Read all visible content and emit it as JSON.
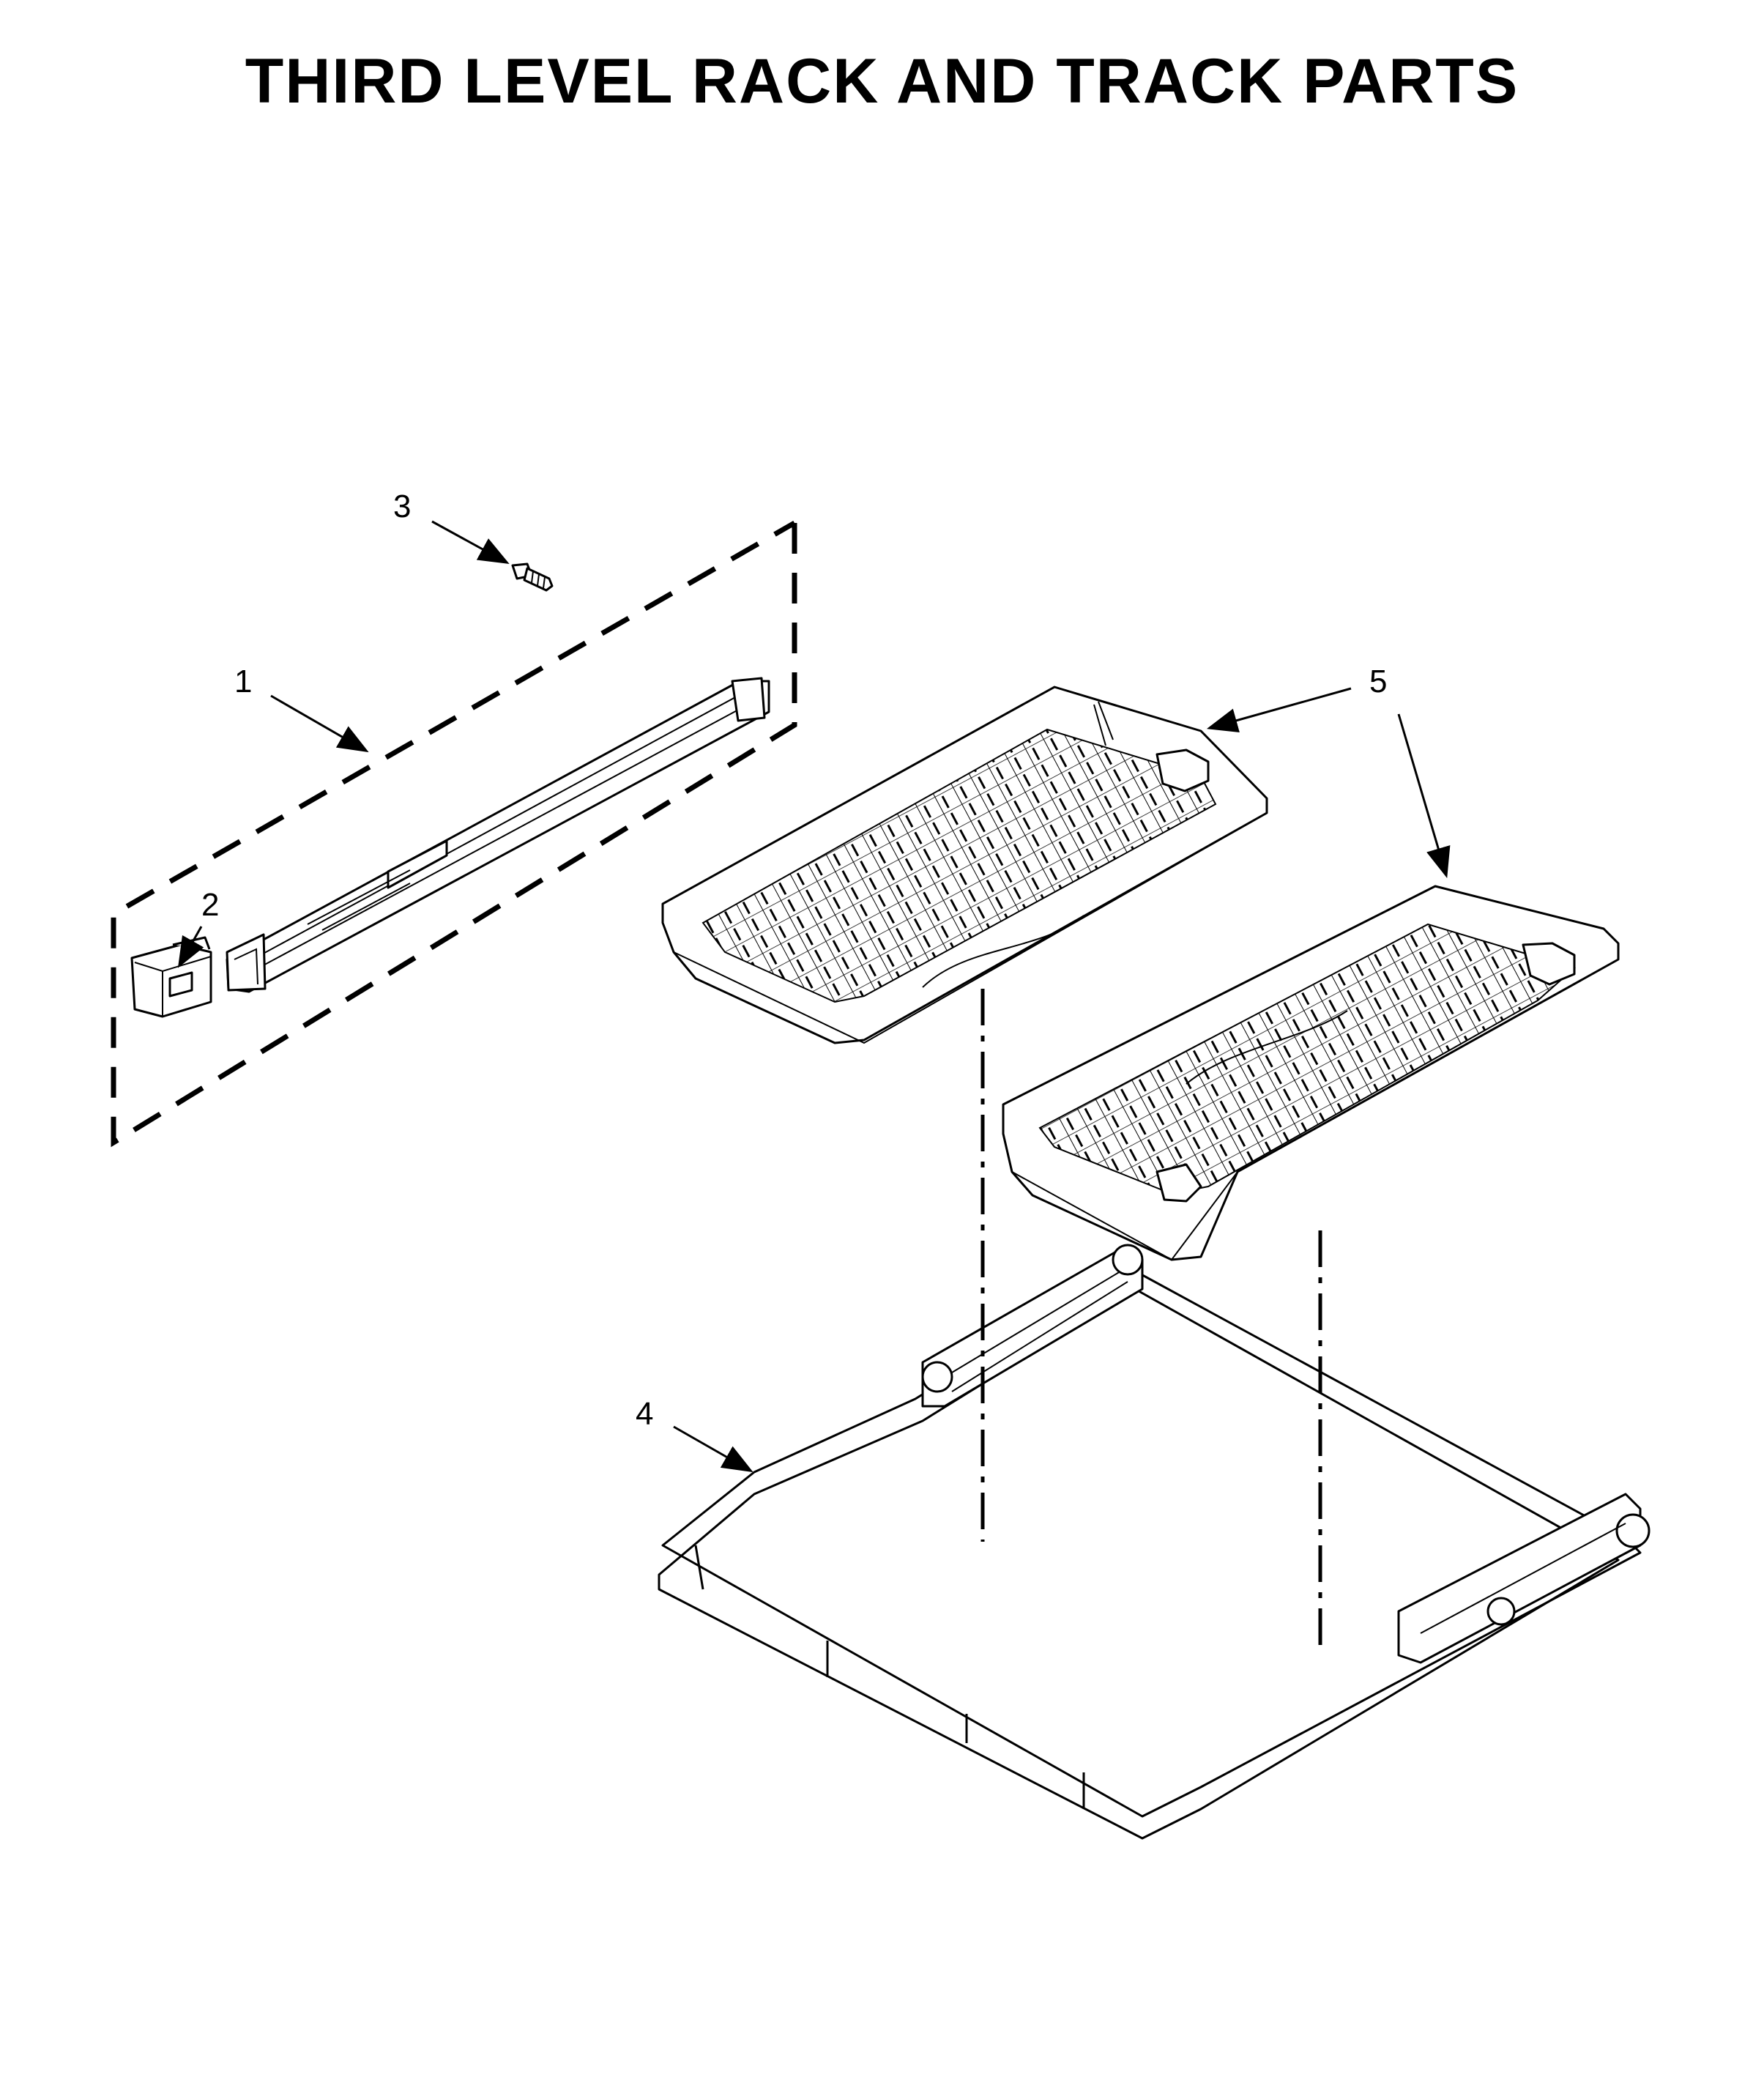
{
  "title": "THIRD LEVEL RACK AND TRACK PARTS",
  "callouts": [
    {
      "id": "1",
      "label": "1"
    },
    {
      "id": "2",
      "label": "2"
    },
    {
      "id": "3",
      "label": "3"
    },
    {
      "id": "4",
      "label": "4"
    },
    {
      "id": "5",
      "label": "5"
    }
  ],
  "colors": {
    "line": "#000000",
    "background": "#ffffff"
  }
}
